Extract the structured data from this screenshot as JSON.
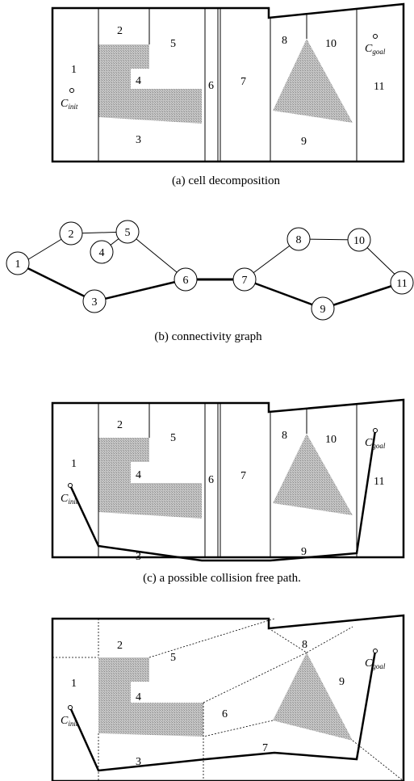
{
  "panel_a": {
    "caption": "(a) cell decomposition",
    "cells": [
      "1",
      "2",
      "3",
      "4",
      "5",
      "6",
      "7",
      "8",
      "9",
      "10",
      "11"
    ],
    "c_init": {
      "base": "C",
      "sub": "init"
    },
    "c_goal": {
      "base": "C",
      "sub": "goal"
    }
  },
  "panel_b": {
    "caption": "(b) connectivity graph",
    "nodes": [
      "1",
      "2",
      "3",
      "4",
      "5",
      "6",
      "7",
      "8",
      "9",
      "10",
      "11"
    ]
  },
  "panel_c": {
    "caption": "(c) a possible collision free path.",
    "cells": [
      "1",
      "2",
      "3",
      "4",
      "5",
      "6",
      "7",
      "8",
      "9",
      "10",
      "11"
    ],
    "c_init": {
      "base": "C",
      "sub": "init"
    },
    "c_goal": {
      "base": "C",
      "sub": "goal"
    }
  },
  "panel_d": {
    "cells": [
      "1",
      "2",
      "3",
      "4",
      "5",
      "6",
      "7",
      "8",
      "9"
    ],
    "c_init": {
      "base": "C",
      "sub": "init"
    },
    "c_goal": {
      "base": "C",
      "sub": "goal"
    }
  },
  "colors": {
    "obstacle": "#b8b8b8",
    "line": "#000000"
  }
}
